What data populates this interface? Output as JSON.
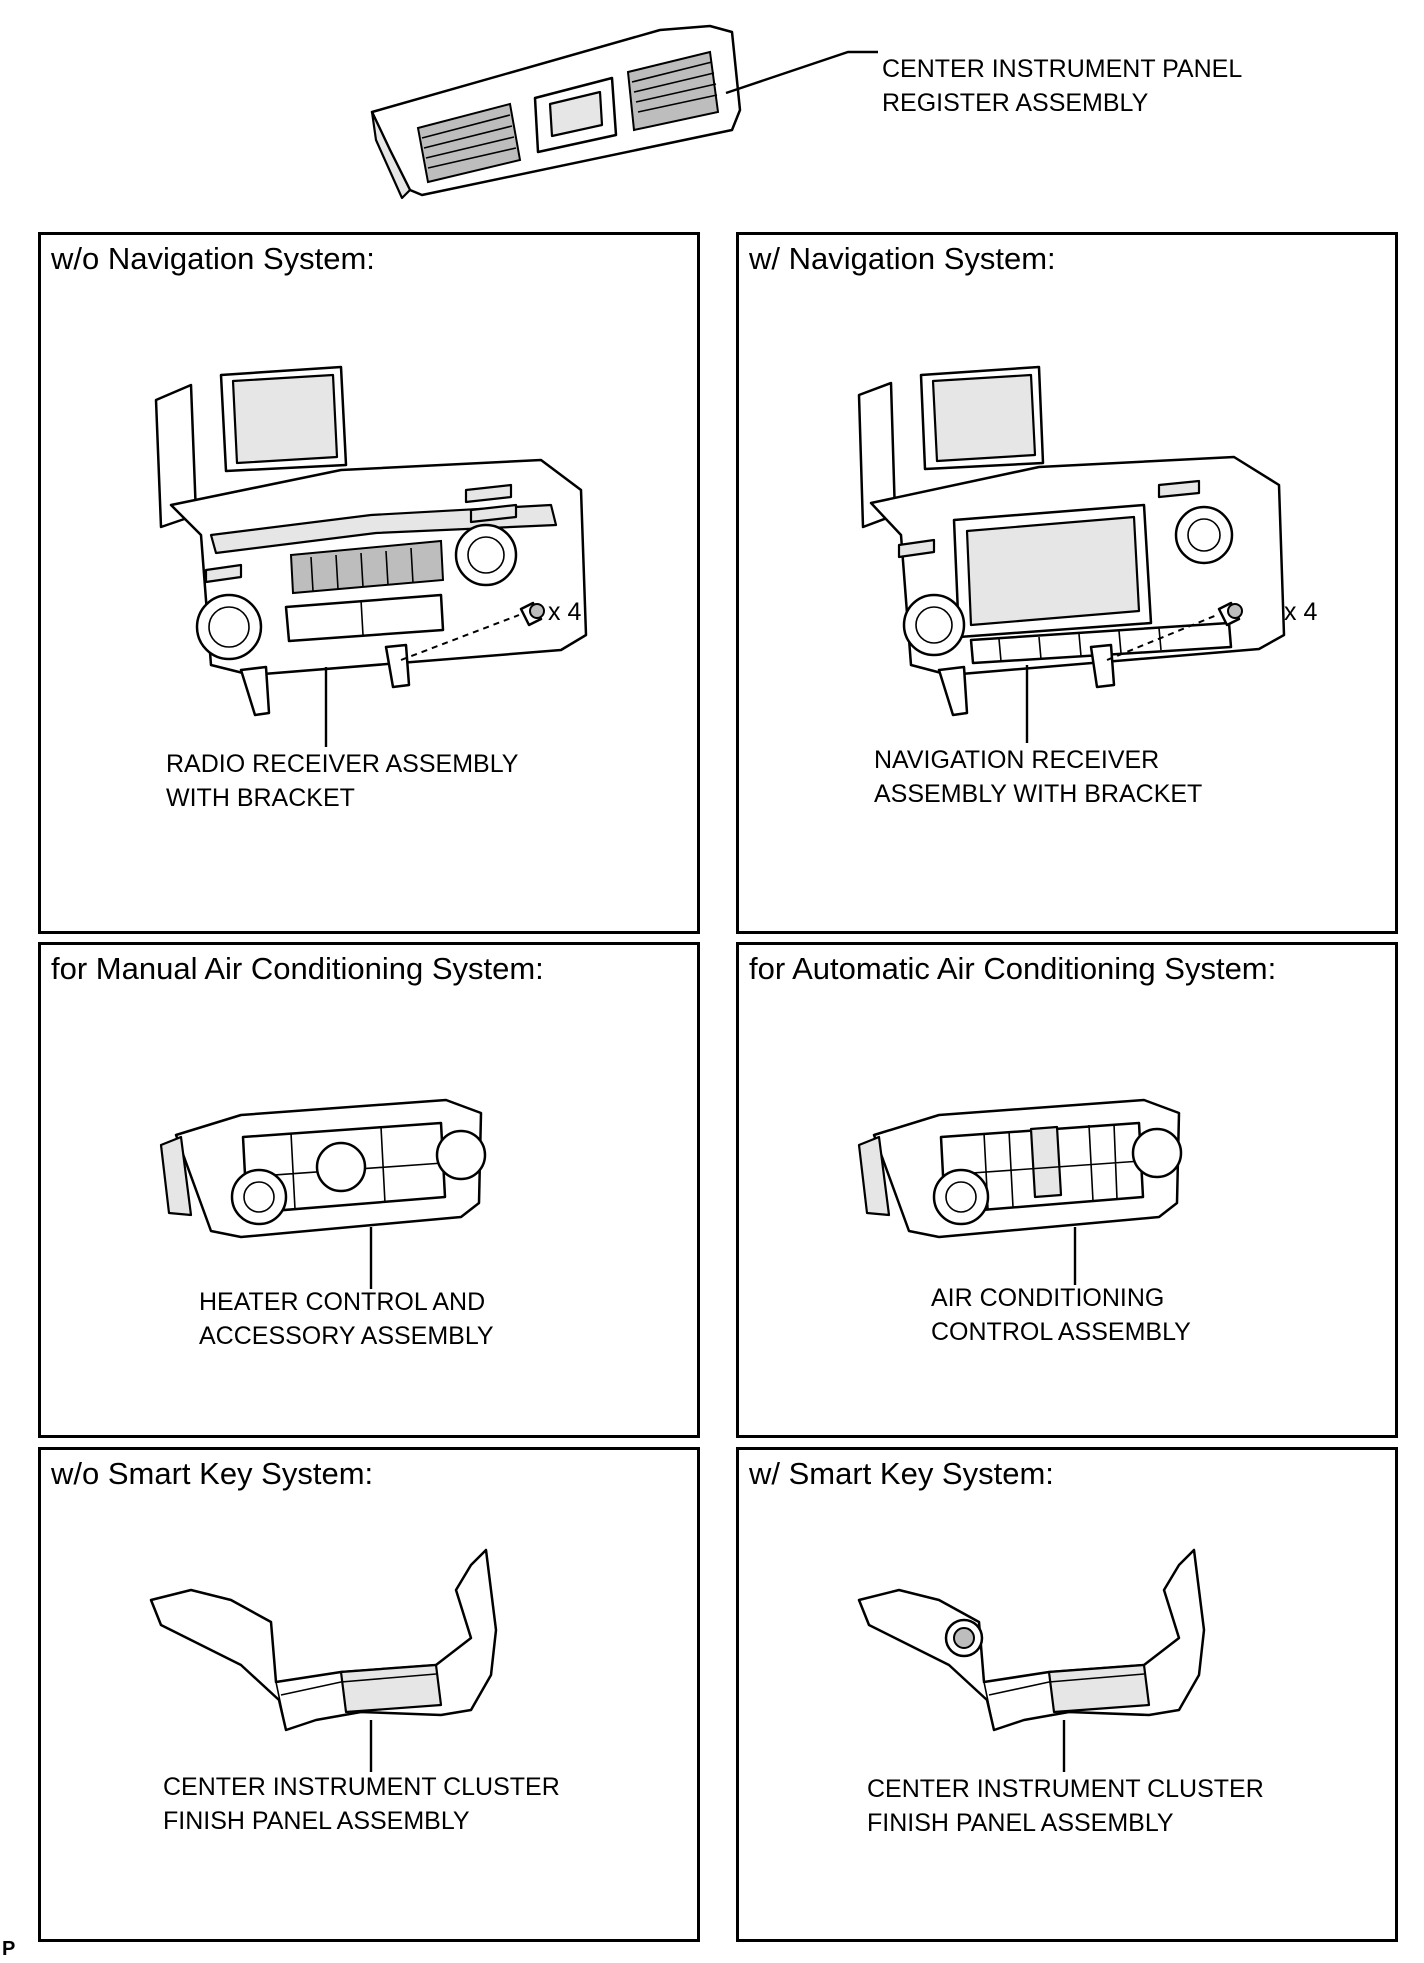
{
  "top": {
    "callout_line1": "CENTER INSTRUMENT PANEL",
    "callout_line2": "REGISTER ASSEMBLY"
  },
  "panels": [
    {
      "title": "w/o Navigation System:",
      "label_line1": "RADIO RECEIVER ASSEMBLY",
      "label_line2": "WITH BRACKET",
      "qty": "x 4"
    },
    {
      "title": "w/ Navigation System:",
      "label_line1": "NAVIGATION RECEIVER",
      "label_line2": "ASSEMBLY WITH BRACKET",
      "qty": "x 4"
    },
    {
      "title": "for Manual Air Conditioning System:",
      "label_line1": "HEATER CONTROL AND",
      "label_line2": "ACCESSORY ASSEMBLY"
    },
    {
      "title": "for Automatic Air Conditioning System:",
      "label_line1": "AIR CONDITIONING",
      "label_line2": "CONTROL ASSEMBLY"
    },
    {
      "title": "w/o Smart Key System:",
      "label_line1": "CENTER INSTRUMENT CLUSTER",
      "label_line2": "FINISH PANEL ASSEMBLY"
    },
    {
      "title": "w/ Smart Key System:",
      "label_line1": "CENTER INSTRUMENT CLUSTER",
      "label_line2": "FINISH PANEL ASSEMBLY"
    }
  ],
  "corner_mark": "P"
}
